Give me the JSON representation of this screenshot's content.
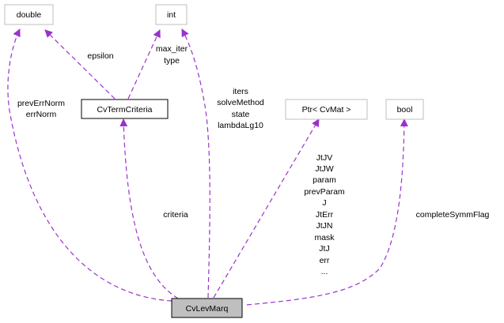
{
  "diagram": {
    "type": "collaboration-graph",
    "colors": {
      "edge": "#9a32cd",
      "node_border_gray": "#bfbfbf",
      "node_border_black": "#000000",
      "focus_fill": "#bfbfbf",
      "node_fill": "#ffffff"
    },
    "nodes": {
      "double": "double",
      "int": "int",
      "cvtermcriteria": "CvTermCriteria",
      "ptr_cvmat": "Ptr< CvMat >",
      "bool": "bool",
      "cvlevmarq": "CvLevMarq"
    },
    "edge_labels": {
      "epsilon": [
        "epsilon"
      ],
      "max_iter_type": [
        "max_iter",
        "type"
      ],
      "prev_err_norm": [
        "prevErrNorm",
        "errNorm"
      ],
      "iters": [
        "iters",
        "solveMethod",
        "state",
        "lambdaLg10"
      ],
      "criteria": [
        "criteria"
      ],
      "ptr": [
        "JtJV",
        "JtJW",
        "param",
        "prevParam",
        "J",
        "JtErr",
        "JtJN",
        "mask",
        "JtJ",
        "err",
        "..."
      ],
      "complete": [
        "completeSymmFlag"
      ]
    }
  }
}
